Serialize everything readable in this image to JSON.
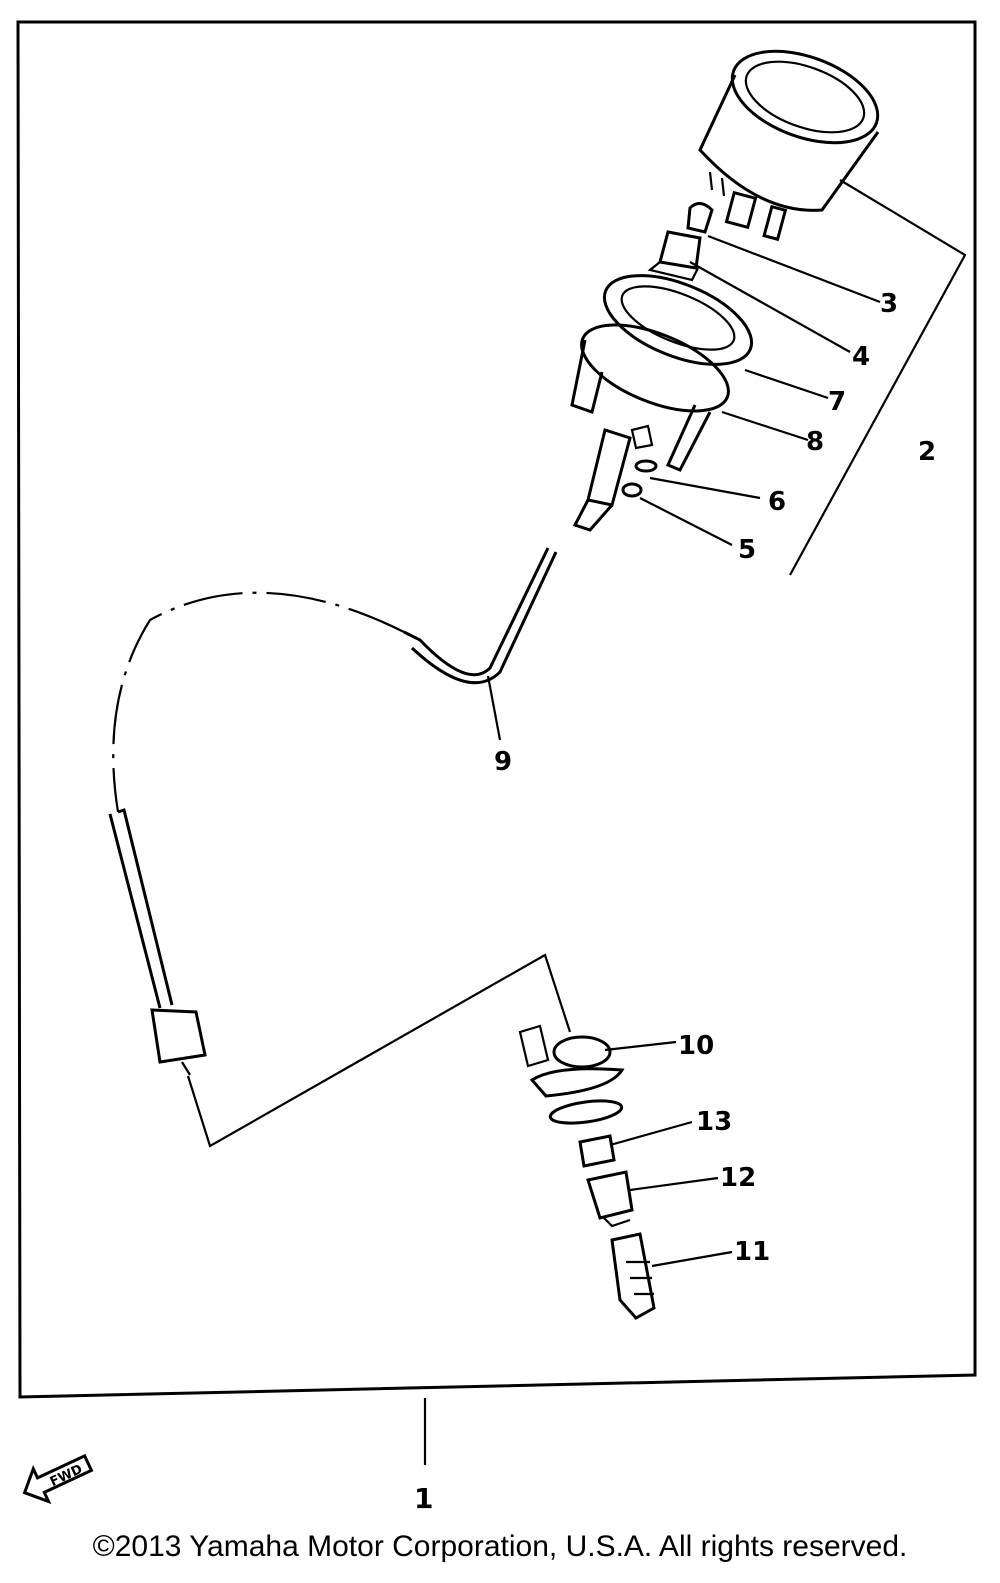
{
  "diagram": {
    "callouts": [
      {
        "id": "3",
        "text": "3"
      },
      {
        "id": "4",
        "text": "4"
      },
      {
        "id": "7",
        "text": "7"
      },
      {
        "id": "2",
        "text": "2"
      },
      {
        "id": "8",
        "text": "8"
      },
      {
        "id": "6",
        "text": "6"
      },
      {
        "id": "5",
        "text": "5"
      },
      {
        "id": "9",
        "text": "9"
      },
      {
        "id": "10",
        "text": "10"
      },
      {
        "id": "13",
        "text": "13"
      },
      {
        "id": "12",
        "text": "12"
      },
      {
        "id": "11",
        "text": "11"
      },
      {
        "id": "1",
        "text": "1"
      }
    ],
    "front_badge": "FWD"
  },
  "footer": {
    "copyright": "©2013 Yamaha Motor Corporation, U.S.A. All rights reserved."
  }
}
